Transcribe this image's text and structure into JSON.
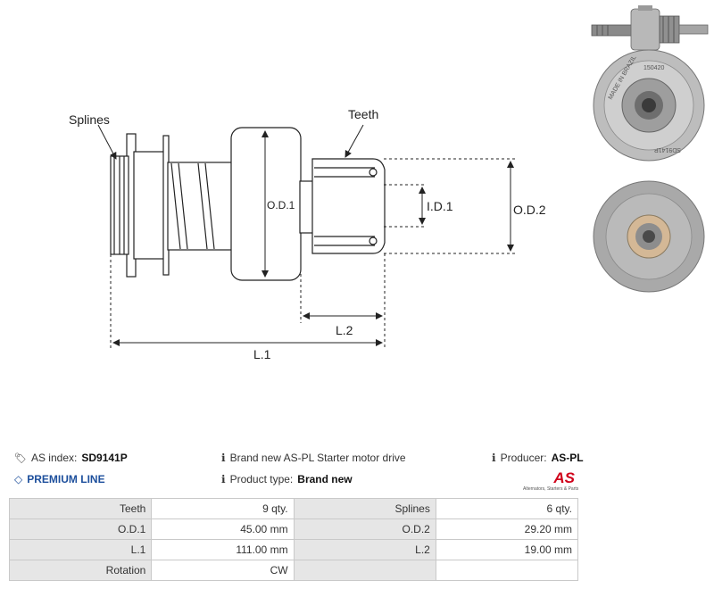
{
  "drawing": {
    "label_splines": "Splines",
    "label_teeth": "Teeth",
    "label_od1": "O.D.1",
    "label_id1": "I.D.1",
    "label_od2": "O.D.2",
    "label_l2": "L.2",
    "label_l1": "L.1"
  },
  "photo": {
    "stamp_made_in": "MADE IN BRAZIL",
    "stamp_number": "150420",
    "stamp_part": "SD9141P"
  },
  "header": {
    "as_index_label": "AS index:",
    "as_index_value": "SD9141P",
    "description": "Brand new AS-PL Starter motor drive",
    "producer_label": "Producer:",
    "producer_value": "AS-PL",
    "premium_line": "PREMIUM LINE",
    "product_type_label": "Product type:",
    "product_type_value": "Brand new"
  },
  "logo": {
    "text": "AS",
    "tagline": "Alternators, Starters & Parts"
  },
  "specs": [
    [
      "Teeth",
      "9 qty.",
      "Splines",
      "6 qty."
    ],
    [
      "O.D.1",
      "45.00 mm",
      "O.D.2",
      "29.20 mm"
    ],
    [
      "L.1",
      "111.00 mm",
      "L.2",
      "19.00 mm"
    ],
    [
      "Rotation",
      "CW",
      "",
      ""
    ]
  ],
  "colors": {
    "accent_blue": "#1d4f9c",
    "brand_red": "#d0021b",
    "table_label_bg": "#e6e6e6"
  }
}
